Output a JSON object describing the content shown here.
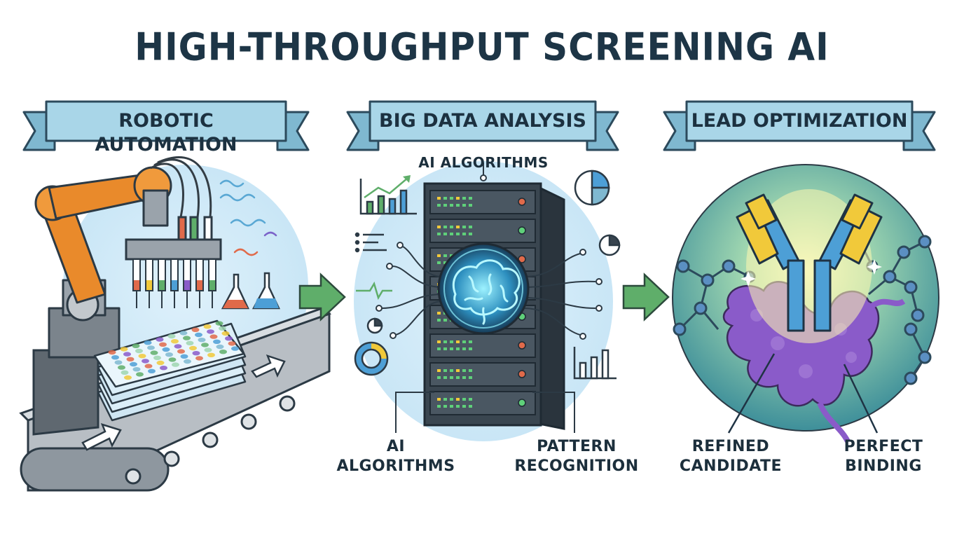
{
  "title": "HIGH-THROUGHPUT SCREENING AI",
  "panels": [
    {
      "banner": "ROBOTIC AUTOMATION",
      "icons": [
        "robotic-arm-icon",
        "multichannel-pipette-icon",
        "flask-icon",
        "well-plate-icon",
        "conveyor-belt-icon"
      ]
    },
    {
      "banner": "BIG DATA ANALYSIS",
      "top_label": "AI ALGORITHMS",
      "bottom_left_label": [
        "AI",
        "ALGORITHMS"
      ],
      "bottom_right_label": [
        "PATTERN",
        "RECOGNITION"
      ],
      "icons": [
        "server-rack-icon",
        "brain-icon",
        "bar-chart-icon",
        "pie-chart-icon",
        "donut-chart-icon"
      ]
    },
    {
      "banner": "LEAD OPTIMIZATION",
      "bottom_left_label": [
        "REFINED",
        "CANDIDATE"
      ],
      "bottom_right_label": [
        "PERFECT",
        "BINDING"
      ],
      "icons": [
        "antibody-icon",
        "protein-target-icon",
        "molecule-network-icon"
      ]
    }
  ],
  "colors": {
    "banner_fill": "#a9d6e8",
    "banner_stroke": "#2c4a5c",
    "arrow": "#5fae6a",
    "robot_orange": "#e98a2b",
    "server_dark": "#38444f",
    "brain_glow": "#3ec7ee",
    "protein_purple": "#8a5bc9",
    "antibody_blue": "#4d9fd6",
    "antibody_yellow": "#f1c93a"
  }
}
